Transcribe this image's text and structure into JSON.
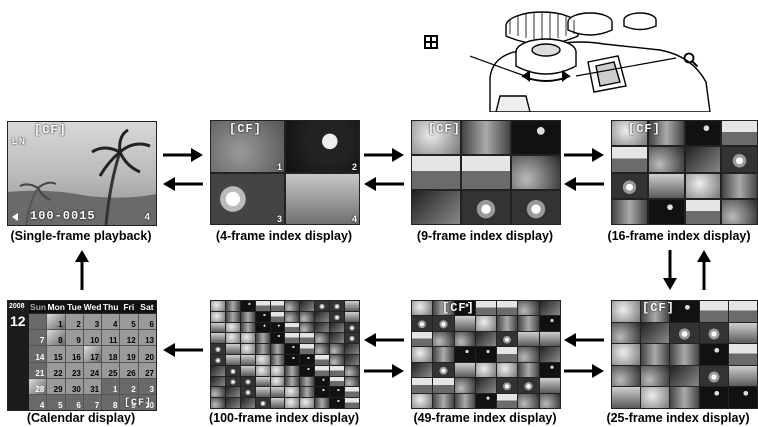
{
  "camera_icons": {
    "left_icon": "index-grid-icon",
    "right_icon": "magnifier-icon"
  },
  "captions": {
    "single": "(Single-frame playback)",
    "four": "(4-frame index display)",
    "nine": "(9-frame index display)",
    "sixteen": "(16-frame index display)",
    "calendar": "(Calendar display)",
    "hundred": "(100-frame index display)",
    "fortynine": "(49-frame index display)",
    "twentyfive": "(25-frame index display)"
  },
  "single_frame": {
    "card": "[CF]",
    "file_no": "100-0015",
    "frame_no": "4",
    "mode": "L N"
  },
  "four_frame": {
    "card": "[CF]",
    "numbers": [
      "1",
      "2",
      "3",
      "4"
    ]
  },
  "nine_frame": {
    "card": "[CF]"
  },
  "sixteen_frame": {
    "card": "[CF]"
  },
  "twentyfive_frame": {
    "card": "[CF]"
  },
  "fortynine_frame": {
    "card": "[CF]"
  },
  "calendar": {
    "year": "2008",
    "month": "12",
    "card": "[CF]",
    "days": [
      "Sun",
      "Mon",
      "Tue",
      "Wed",
      "Thu",
      "Fri",
      "Sat"
    ],
    "rows": [
      [
        "",
        "1",
        "2",
        "3",
        "4",
        "5",
        "6"
      ],
      [
        "7",
        "8",
        "9",
        "10",
        "11",
        "12",
        "13"
      ],
      [
        "14",
        "15",
        "16",
        "17",
        "18",
        "19",
        "20"
      ],
      [
        "21",
        "22",
        "23",
        "24",
        "25",
        "26",
        "27"
      ],
      [
        "28",
        "29",
        "30",
        "31",
        "1",
        "2",
        "3"
      ],
      [
        "4",
        "5",
        "6",
        "7",
        "8",
        "9",
        "10"
      ]
    ]
  }
}
